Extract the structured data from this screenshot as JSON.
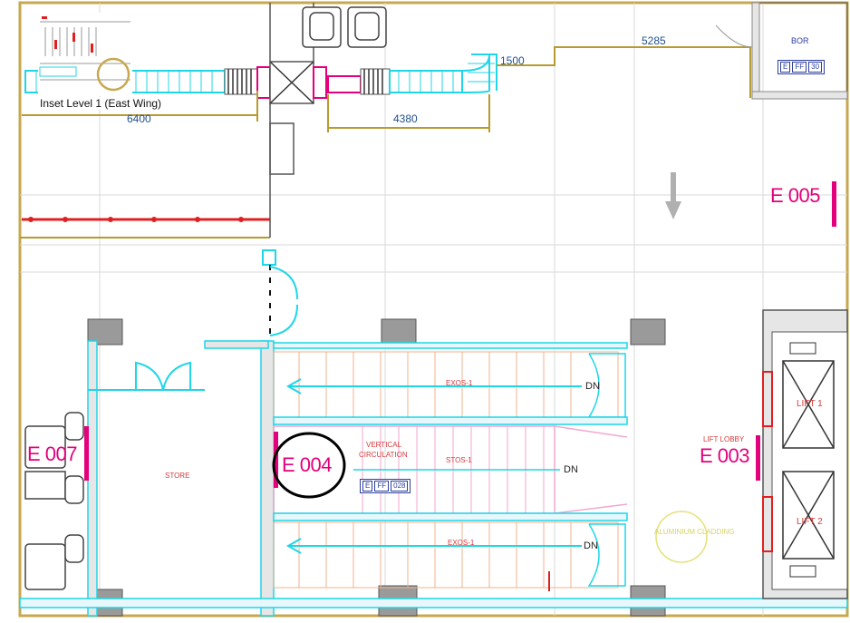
{
  "inset": {
    "label": "Inset Level 1 (East Wing)"
  },
  "dimensions": {
    "d5285": "5285",
    "d1500": "1500",
    "d4380": "4380",
    "d6400": "6400"
  },
  "rooms": {
    "e005": "E 005",
    "e007": "E 007",
    "e004": "E 004",
    "e003": "E 003",
    "store": "STORE",
    "vertical_circulation": [
      "VERTICAL",
      "CIRCULATION"
    ],
    "lift_lobby": "LIFT LOBBY",
    "lift1": "LIFT 1",
    "lift2": "LIFT 2",
    "bor": "BOR",
    "aluminium_cladding": "ALUMINIUM CLADDING"
  },
  "tags": {
    "bor": [
      "E",
      "FF",
      "30"
    ],
    "e004": [
      "E",
      "FF",
      "028"
    ]
  },
  "stairs": {
    "top_label": "EXOS-1",
    "middle_label": "STOS-1",
    "bottom_label": "EXOS-1",
    "dn": "DN"
  },
  "colors": {
    "border": "#c8a84e",
    "cyan": "#1fd6e8",
    "magenta": "#e4007c",
    "red": "#e02020",
    "wall_fill": "#e8e8e8",
    "dim_line": "#b89a2e",
    "highlight_circle": "#000000"
  }
}
